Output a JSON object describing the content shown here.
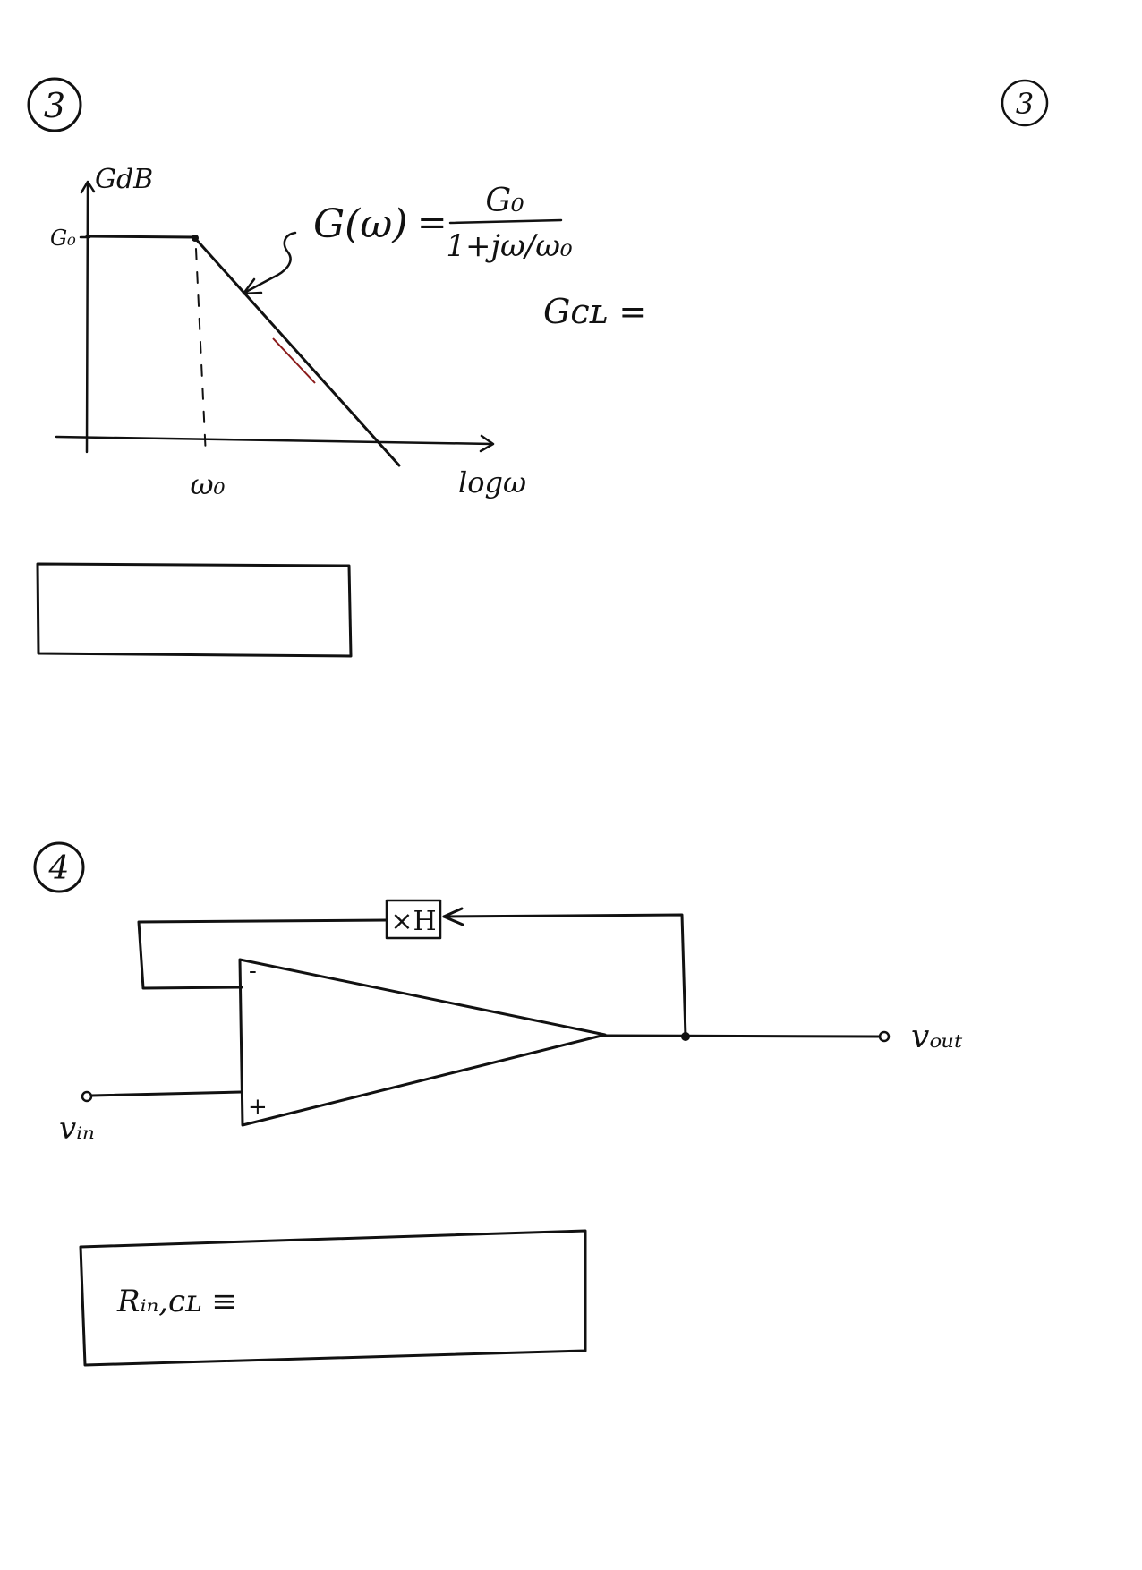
{
  "page": {
    "ink_color": "#111111",
    "accent_color": "#8a1a1a"
  },
  "problem3": {
    "number_left": "3",
    "number_right": "3",
    "plot": {
      "y_axis_label": "GdB",
      "y_tick_label": "G₀",
      "x_tick_label": "ω₀",
      "x_axis_label": "logω"
    },
    "transfer_function": {
      "lhs": "G(ω)",
      "equals": "=",
      "numerator": "G₀",
      "denominator": "1+jω/ω₀"
    },
    "closed_loop_gain": "Gᴄʟ ="
  },
  "problem4": {
    "number": "4",
    "feedback_block": "×H",
    "minus_sign": "-",
    "plus_sign": "+",
    "input_label": "vᵢₙ",
    "output_label": "vₒᵤₜ",
    "answer_box_label": "Rᵢₙ,ᴄʟ ≡"
  }
}
